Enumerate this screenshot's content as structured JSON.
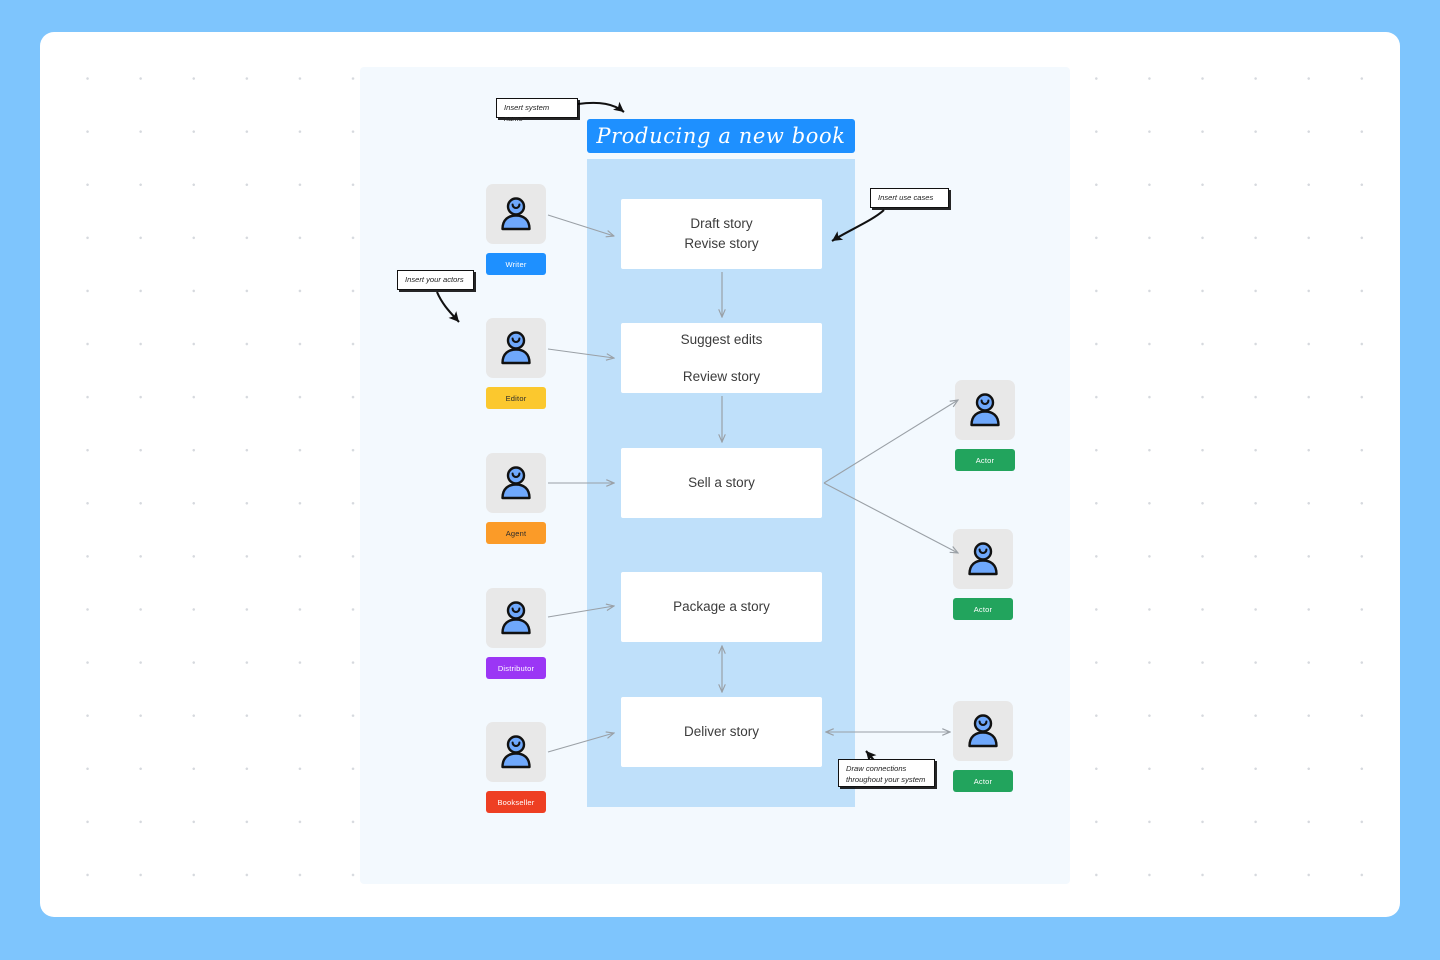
{
  "canvas": {
    "background_color": "#7ec5fd",
    "surface_color": "#ffffff",
    "panel_color": "#f3f9fe",
    "grid": "dotted"
  },
  "diagram": {
    "type": "uml-use-case-diagram",
    "title": "Producing a new book",
    "title_banner_color": "#1e90ff",
    "system_boundary_color": "#bfe0fa",
    "connector_color": "#9aa0a6"
  },
  "use_cases": [
    {
      "id": "draft",
      "lines": [
        "Draft story",
        "Revise story"
      ],
      "spaced": false
    },
    {
      "id": "suggest",
      "lines": [
        "Suggest edits",
        "Review story"
      ],
      "spaced": true
    },
    {
      "id": "sell",
      "lines": [
        "Sell a story"
      ],
      "spaced": false
    },
    {
      "id": "package",
      "lines": [
        "Package a story"
      ],
      "spaced": false
    },
    {
      "id": "deliver",
      "lines": [
        "Deliver story"
      ],
      "spaced": false
    }
  ],
  "actors_left": [
    {
      "id": "writer",
      "label": "Writer",
      "color": "#1e90ff",
      "text_color": "#ffffff"
    },
    {
      "id": "editor",
      "label": "Editor",
      "color": "#fbc82e",
      "text_color": "#2b2b2b"
    },
    {
      "id": "agent",
      "label": "Agent",
      "color": "#fb9b28",
      "text_color": "#2b2b2b"
    },
    {
      "id": "distributor",
      "label": "Distributor",
      "color": "#9b36f5",
      "text_color": "#ffffff"
    },
    {
      "id": "bookseller",
      "label": "Bookseller",
      "color": "#ee3f23",
      "text_color": "#ffffff"
    }
  ],
  "actors_right": [
    {
      "id": "actor-top",
      "label": "Actor",
      "color": "#22a45d",
      "text_color": "#ffffff"
    },
    {
      "id": "actor-middle",
      "label": "Actor",
      "color": "#22a45d",
      "text_color": "#ffffff"
    },
    {
      "id": "actor-bottom",
      "label": "Actor",
      "color": "#22a45d",
      "text_color": "#ffffff"
    }
  ],
  "annotations": [
    {
      "id": "system-name",
      "text": "Insert system name"
    },
    {
      "id": "actors",
      "text": "Insert your actors"
    },
    {
      "id": "use-cases",
      "text": "Insert use cases"
    },
    {
      "id": "connections",
      "text": "Draw connections\nthroughout your system"
    }
  ]
}
